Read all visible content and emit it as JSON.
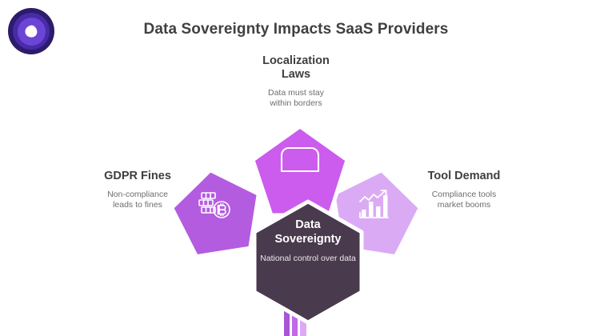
{
  "header": {
    "title": "Data Sovereignty Impacts SaaS Providers",
    "logo_icon": "shield-play-logo-icon"
  },
  "colors": {
    "background": "#ffffff",
    "title_text": "#404040",
    "node_title_text": "#3f3f3f",
    "node_desc_text": "#6d6d6d",
    "center_hex": "#4a3a4d",
    "center_text": "#ffffff",
    "pentagon_top": "#cc5ced",
    "pentagon_left": "#b45ce0",
    "pentagon_right": "#dbaaf5",
    "bar_left": "#a855d6",
    "bar_mid": "#c06ae8",
    "bar_right": "#dcaaf5",
    "logo_outer": "#2e1b6b",
    "logo_mid": "#4a2aa8",
    "logo_inner": "#6b46d6",
    "logo_mark": "#ffffff"
  },
  "center": {
    "title_line1": "Data",
    "title_line2": "Sovereignty",
    "description": "National control over data"
  },
  "nodes": [
    {
      "id": "localization-laws",
      "position": "top",
      "title_line1": "Localization",
      "title_line2": "Laws",
      "desc_line1": "Data must stay",
      "desc_line2": "within borders",
      "icon": "database-server-icon",
      "shape": "pentagon",
      "color": "#cc5ced"
    },
    {
      "id": "gdpr-fines",
      "position": "left",
      "title_line1": "GDPR Fines",
      "title_line2": "",
      "desc_line1": "Non-compliance",
      "desc_line2": "leads to fines",
      "icon": "money-stack-coin-icon",
      "shape": "pentagon",
      "color": "#b45ce0"
    },
    {
      "id": "tool-demand",
      "position": "right",
      "title_line1": "Tool Demand",
      "title_line2": "",
      "desc_line1": "Compliance tools",
      "desc_line2": "market booms",
      "icon": "growth-bar-chart-icon",
      "shape": "pentagon",
      "color": "#dbaaf5"
    }
  ],
  "stem_bars": [
    {
      "id": "stem-bar-1",
      "color": "#a855d6"
    },
    {
      "id": "stem-bar-2",
      "color": "#c06ae8"
    },
    {
      "id": "stem-bar-3",
      "color": "#dcaaf5"
    }
  ]
}
